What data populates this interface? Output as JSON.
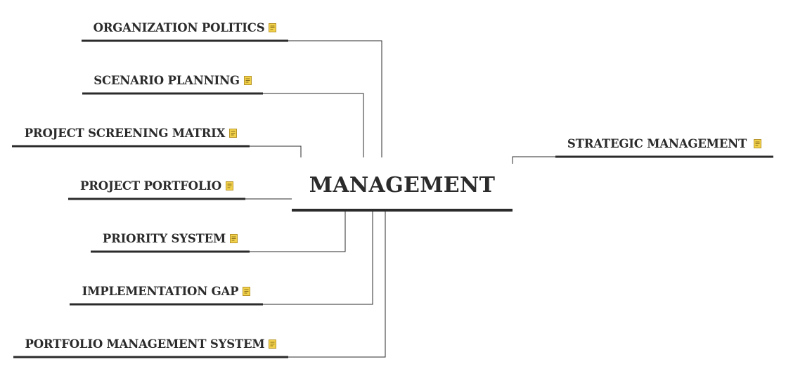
{
  "mind_map": {
    "central_topic": "MANAGEMENT",
    "left_topics": [
      {
        "label": "ORGANIZATION POLITICS",
        "has_note": true
      },
      {
        "label": "SCENARIO PLANNING",
        "has_note": true
      },
      {
        "label": "PROJECT SCREENING MATRIX",
        "has_note": true
      },
      {
        "label": "PROJECT PORTFOLIO",
        "has_note": true
      },
      {
        "label": "PRIORITY SYSTEM",
        "has_note": true
      },
      {
        "label": "IMPLEMENTATION GAP",
        "has_note": true
      },
      {
        "label": "PORTFOLIO MANAGEMENT SYSTEM",
        "has_note": true
      }
    ],
    "right_topics": [
      {
        "label": "STRATEGIC MANAGEMENT",
        "has_note": true
      }
    ]
  },
  "colors": {
    "text": "#2b2b2b",
    "underline": "#2b2b2b",
    "connector": "#2b2b2b",
    "note_icon_fill": "#f2d24b",
    "note_icon_stroke": "#b8952a"
  },
  "icons": {
    "note": "note-icon"
  }
}
